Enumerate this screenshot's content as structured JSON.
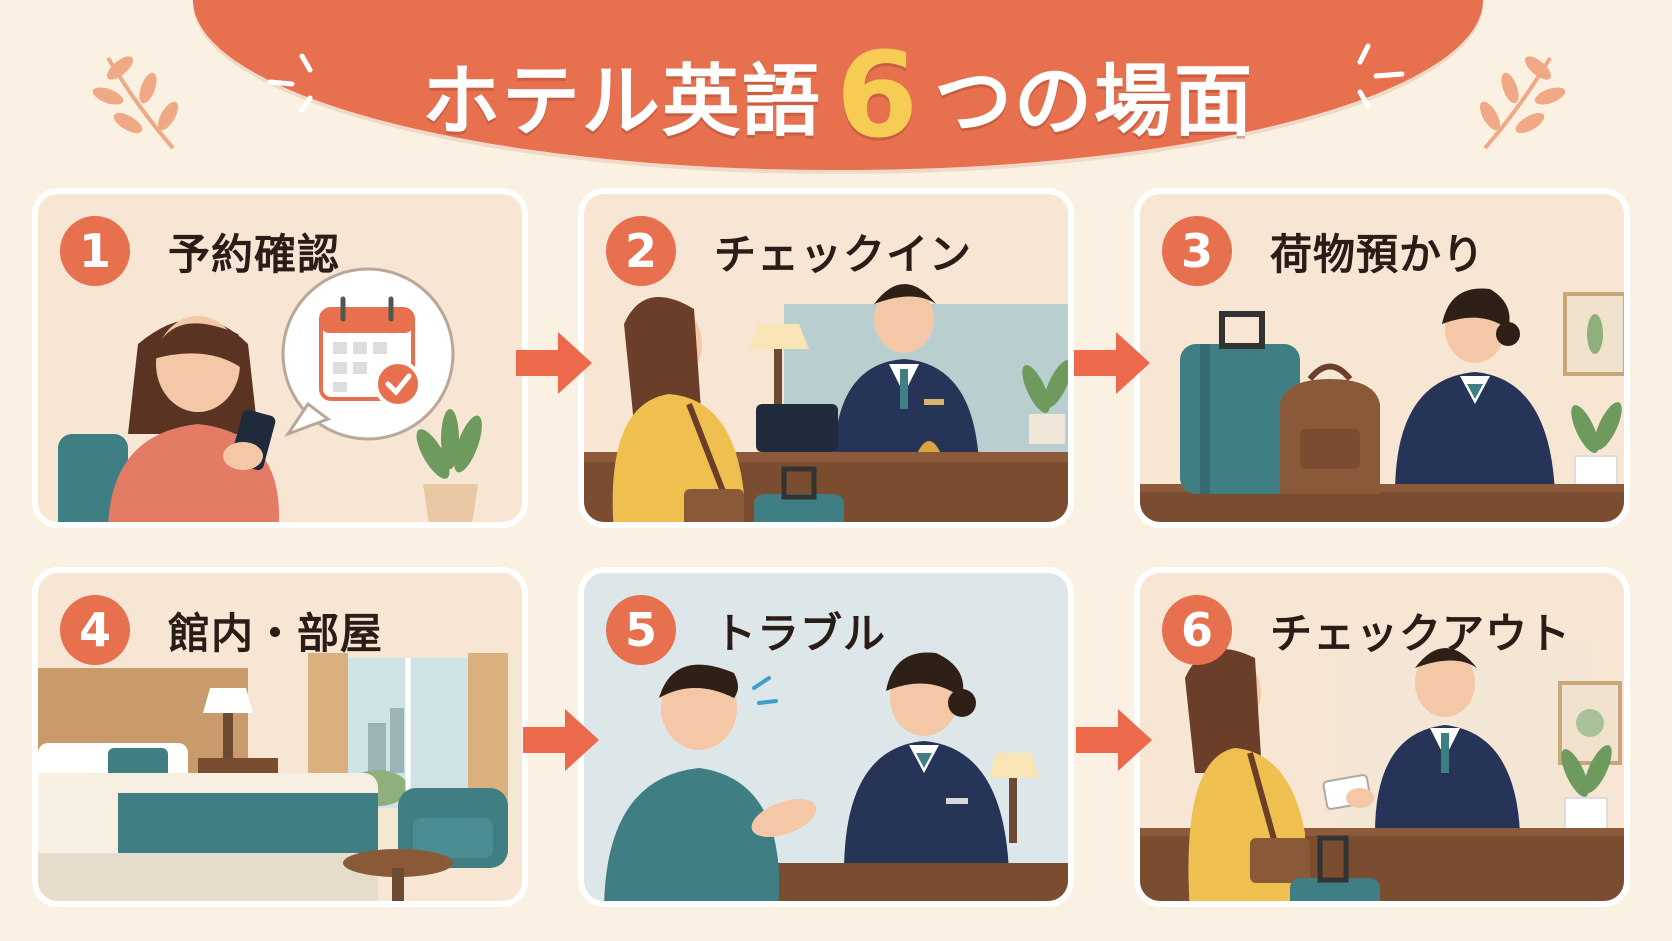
{
  "title": {
    "prefix": "ホテル英語",
    "number": "6",
    "suffix": "つの場面"
  },
  "scenes": [
    {
      "number": "1",
      "label": "予約確認"
    },
    {
      "number": "2",
      "label": "チェックイン"
    },
    {
      "number": "3",
      "label": "荷物預かり"
    },
    {
      "number": "4",
      "label": "館内・部屋"
    },
    {
      "number": "5",
      "label": "トラブル"
    },
    {
      "number": "6",
      "label": "チェックアウト"
    }
  ],
  "icons": {
    "arrow": "right-arrow-icon",
    "calendar": "calendar-check-icon",
    "leaf": "leaf-branch-icon"
  },
  "colors": {
    "accent": "#e7704f",
    "highlight": "#f6cc55",
    "background": "#fbf1e3",
    "navy": "#263457",
    "teal": "#3f7e83"
  }
}
